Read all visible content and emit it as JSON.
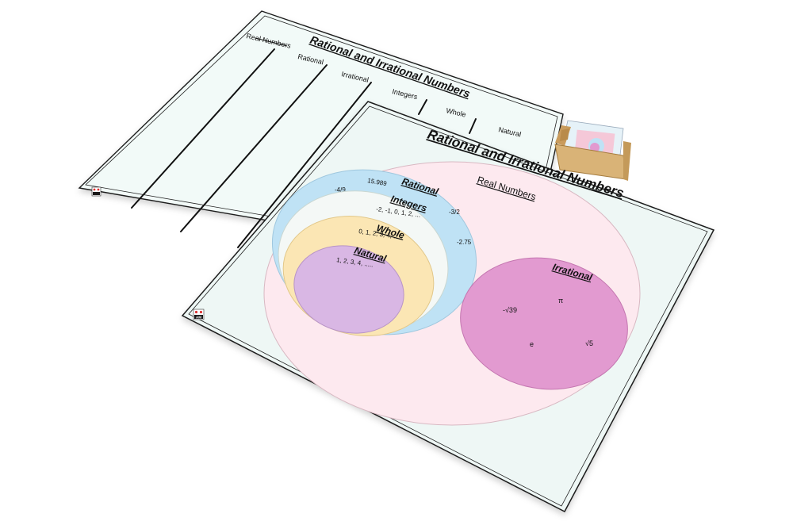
{
  "back_chart": {
    "title": "Rational and Irrational Numbers",
    "columns": [
      "Real Numbers",
      "Rational",
      "Irrational",
      "Integers",
      "Whole",
      "Natural"
    ]
  },
  "front_chart": {
    "title": "Rational and Irrational Numbers",
    "real_label": "Real Numbers",
    "rational": {
      "label": "Rational",
      "examples": [
        "15.989",
        "-4/9",
        "-3/2",
        "-2.75"
      ]
    },
    "integers": {
      "label": "Integers",
      "examples": "-2, -1, 0, 1, 2, ..."
    },
    "whole": {
      "label": "Whole",
      "examples": "0, 1, 2, 3, 4, ....."
    },
    "natural": {
      "label": "Natural",
      "examples": "1, 2, 3, 4, ....."
    },
    "irrational": {
      "label": "Irrational",
      "examples": [
        "π",
        "-√39",
        "e",
        "√5"
      ]
    }
  },
  "logo_text": "AM",
  "colors": {
    "board": "#eef7f5",
    "real": "#fde9ef",
    "rational": "#bfe2f5",
    "integers": "#f4f8f6",
    "whole": "#fbe6b4",
    "natural": "#d9b7e4",
    "irrational": "#e29ad0",
    "box_wood": "#d9b377"
  }
}
